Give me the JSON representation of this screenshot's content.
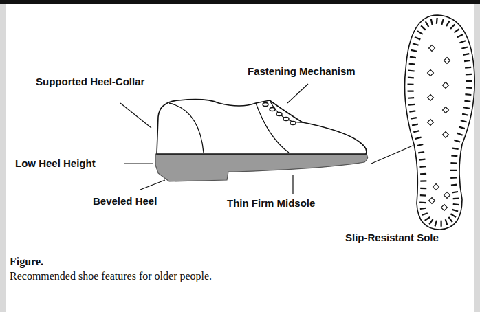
{
  "diagram": {
    "caption": "Recommended shoe features for older people.",
    "labels": [
      "Supported Heel-Collar",
      "Fastening Mechanism",
      "Low Heel Height",
      "Beveled Heel",
      "Thin Firm Midsole",
      "Slip-Resistant Sole",
      "Figure."
    ]
  }
}
